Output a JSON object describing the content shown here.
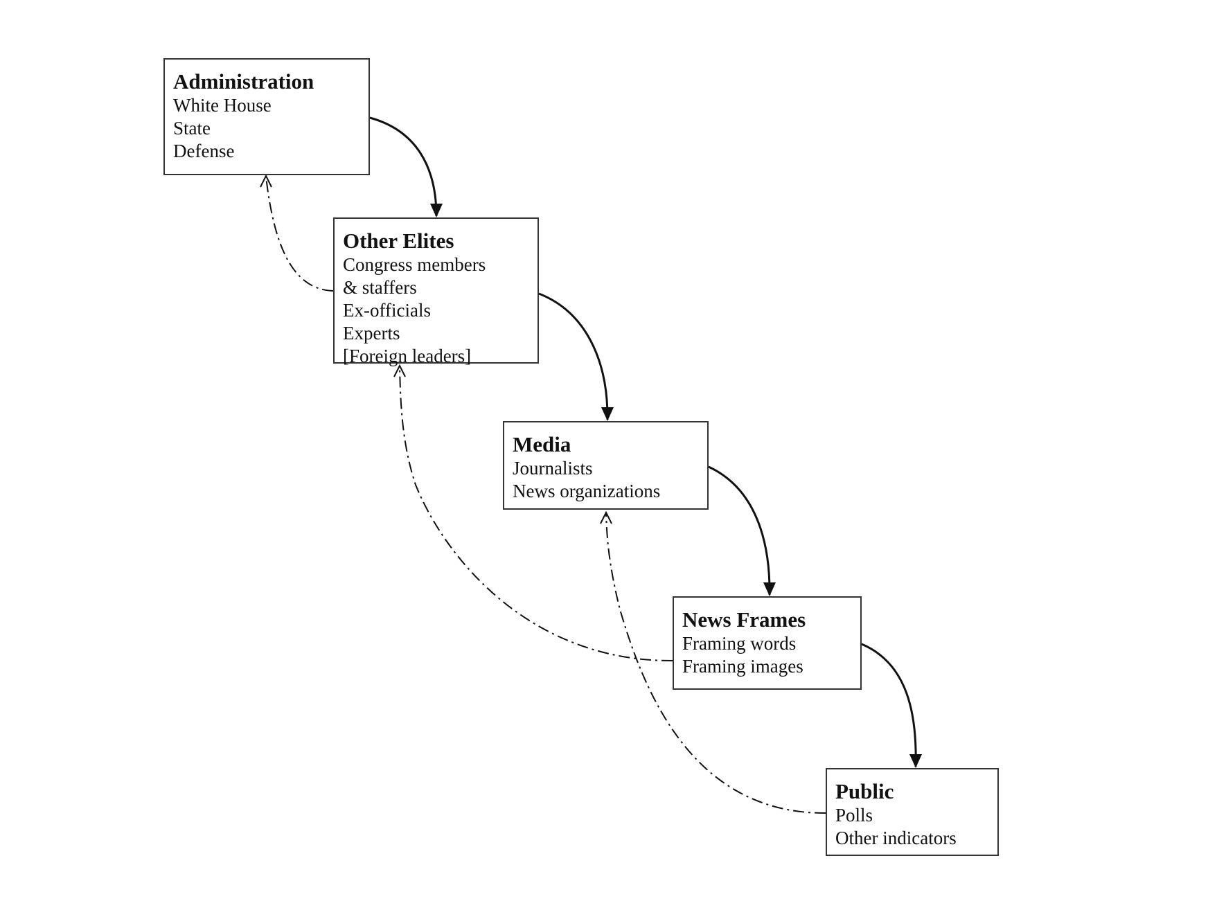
{
  "nodes": [
    {
      "id": "administration",
      "title": "Administration",
      "items": [
        "White House",
        "State",
        "Defense"
      ]
    },
    {
      "id": "other-elites",
      "title": "Other Elites",
      "items": [
        "Congress members",
        "& staffers",
        "Ex-officials",
        "Experts",
        "[Foreign leaders]"
      ]
    },
    {
      "id": "media",
      "title": "Media",
      "items": [
        "Journalists",
        "News organizations"
      ]
    },
    {
      "id": "news-frames",
      "title": "News Frames",
      "items": [
        "Framing words",
        "Framing images"
      ]
    },
    {
      "id": "public",
      "title": "Public",
      "items": [
        "Polls",
        "Other indicators"
      ]
    }
  ],
  "edges": [
    {
      "from": "administration",
      "to": "other-elites",
      "style": "solid"
    },
    {
      "from": "other-elites",
      "to": "media",
      "style": "solid"
    },
    {
      "from": "media",
      "to": "news-frames",
      "style": "solid"
    },
    {
      "from": "news-frames",
      "to": "public",
      "style": "solid"
    },
    {
      "from": "other-elites",
      "to": "administration",
      "style": "dash-dot"
    },
    {
      "from": "news-frames",
      "to": "other-elites",
      "style": "dash-dot"
    },
    {
      "from": "public",
      "to": "media",
      "style": "dash-dot"
    }
  ],
  "colors": {
    "line": "#111111",
    "border": "#333333"
  }
}
